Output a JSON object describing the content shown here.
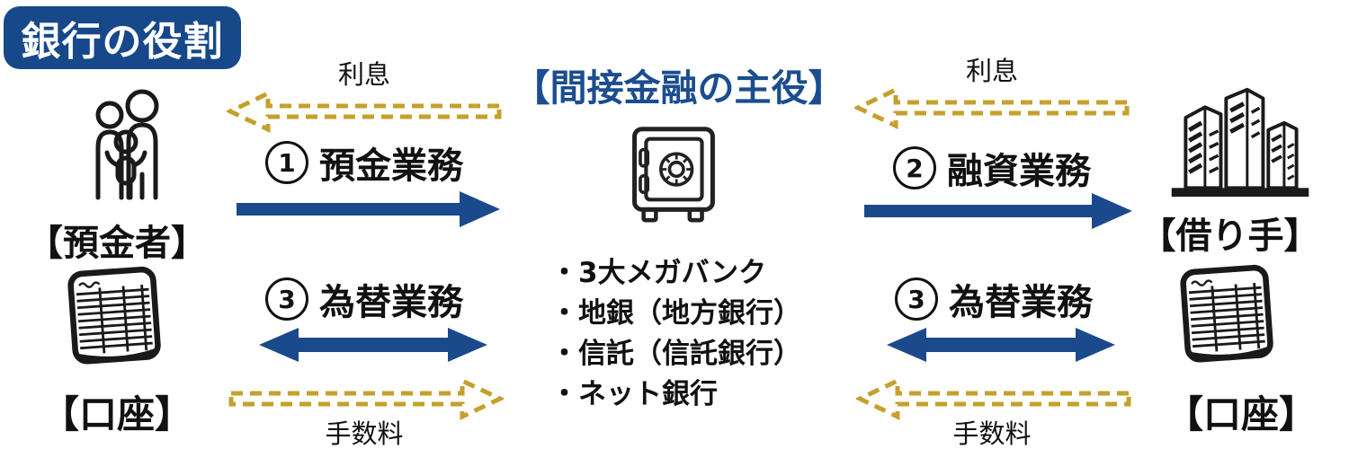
{
  "title_badge": "銀行の役割",
  "center": {
    "heading": "【間接金融の主役】",
    "safe_icon": "safe-icon",
    "bank_list": [
      "・3大メガバンク",
      "・地銀（地方銀行）",
      "・信託（信託銀行）",
      "・ネット銀行"
    ]
  },
  "left_actor": {
    "label": "【預金者】",
    "icon": "family-icon"
  },
  "left_account": {
    "label": "【口座】",
    "icon": "passbook-icon"
  },
  "right_actor": {
    "label": "【借り手】",
    "icon": "buildings-icon"
  },
  "right_account": {
    "label": "【口座】",
    "icon": "passbook-icon"
  },
  "left_flows": {
    "interest_label": "利息",
    "deposit_number": "1",
    "deposit_label": "預金業務",
    "exchange_number": "3",
    "exchange_label": "為替業務",
    "fee_label": "手数料"
  },
  "right_flows": {
    "interest_label": "利息",
    "loan_number": "2",
    "loan_label": "融資業務",
    "exchange_number": "3",
    "exchange_label": "為替業務",
    "fee_label": "手数料"
  },
  "colors": {
    "navy_arrow": "#1b4a8c",
    "badge_navy": "#17498a",
    "heading_navy": "#1b4d8f",
    "gold_dashed": "#c5a02c",
    "ink": "#111111"
  }
}
